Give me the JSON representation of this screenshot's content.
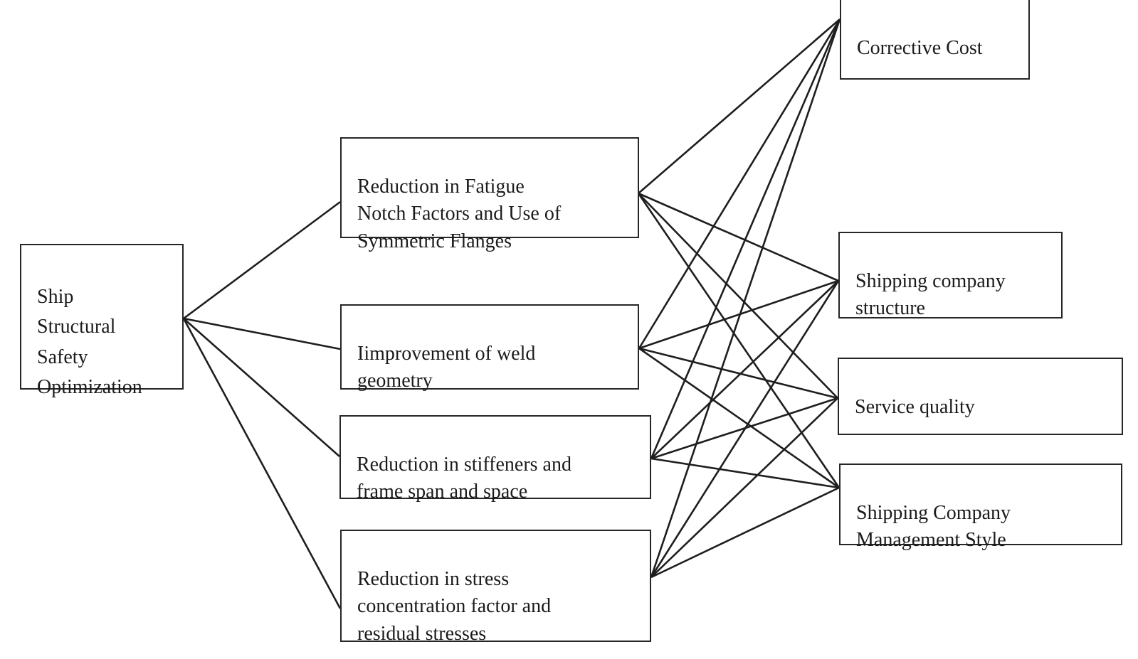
{
  "colors": {
    "background": "#ffffff",
    "box_border": "#262626",
    "text": "#1b1b1b",
    "line": "#1e1e1e"
  },
  "diagram": {
    "root": {
      "id": "root",
      "label": "Ship\nStructural\nSafety\nOptimization"
    },
    "middle": [
      {
        "id": "m1",
        "label": "Reduction in Fatigue\nNotch Factors and Use of\nSymmetric Flanges"
      },
      {
        "id": "m2",
        "label": "Iimprovement of weld\ngeometry"
      },
      {
        "id": "m3",
        "label": "Reduction in stiffeners and\nframe span and space"
      },
      {
        "id": "m4",
        "label": "Reduction in stress\nconcentration factor and\nresidual stresses"
      }
    ],
    "right": [
      {
        "id": "r1",
        "label": "Corrective Cost"
      },
      {
        "id": "r2",
        "label": "Shipping company\nstructure"
      },
      {
        "id": "r3",
        "label": "Service quality"
      },
      {
        "id": "r4",
        "label": "Shipping Company\nManagement Style"
      }
    ],
    "edges": [
      [
        "root",
        "m1"
      ],
      [
        "root",
        "m2"
      ],
      [
        "root",
        "m3"
      ],
      [
        "root",
        "m4"
      ],
      [
        "m1",
        "r1"
      ],
      [
        "m1",
        "r2"
      ],
      [
        "m1",
        "r3"
      ],
      [
        "m1",
        "r4"
      ],
      [
        "m2",
        "r1"
      ],
      [
        "m2",
        "r2"
      ],
      [
        "m2",
        "r3"
      ],
      [
        "m2",
        "r4"
      ],
      [
        "m3",
        "r1"
      ],
      [
        "m3",
        "r2"
      ],
      [
        "m3",
        "r3"
      ],
      [
        "m3",
        "r4"
      ],
      [
        "m4",
        "r1"
      ],
      [
        "m4",
        "r2"
      ],
      [
        "m4",
        "r3"
      ],
      [
        "m4",
        "r4"
      ]
    ]
  }
}
